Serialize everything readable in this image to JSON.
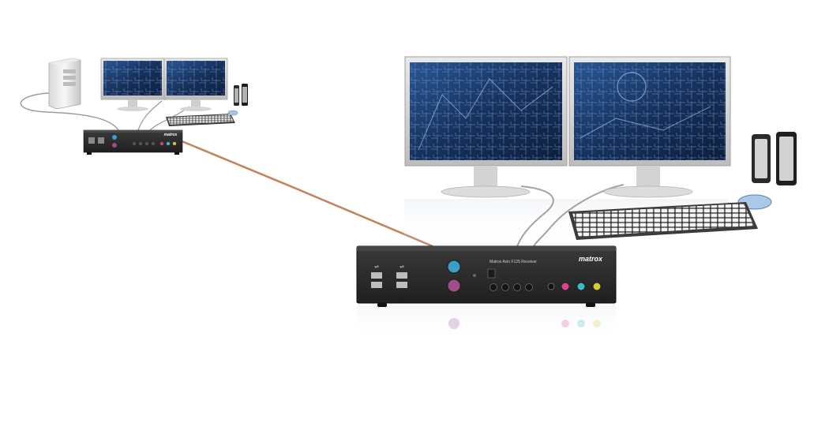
{
  "receiver": {
    "brand": "matrox",
    "model": "Matrox Avio F125 Receiver"
  },
  "transmitter": {
    "brand": "matrox"
  },
  "colors": {
    "fiber_cable": "#c4825a",
    "screen_blue": "#1d3f73",
    "device_body": "#2c2c2c"
  }
}
